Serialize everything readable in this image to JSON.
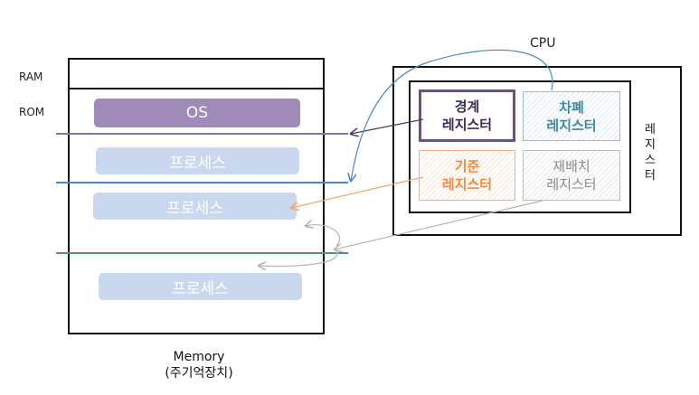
{
  "memory": {
    "ram_label": "RAM",
    "rom_label": "ROM",
    "os_label": "OS",
    "process_label": "프로세스",
    "caption_line1": "Memory",
    "caption_line2": "(주기억장치)"
  },
  "cpu": {
    "title": "CPU",
    "registers_vertical_label": [
      "레",
      "지",
      "스",
      "터"
    ],
    "boundary_register": {
      "line1": "경계",
      "line2": "레지스터"
    },
    "limit_register": {
      "line1": "차폐",
      "line2": "레지스터"
    },
    "base_register": {
      "line1": "기준",
      "line2": "레지스터"
    },
    "relocation_register": {
      "line1": "재배치",
      "line2": "레지스터"
    }
  },
  "colors": {
    "purple": "#6b4f86",
    "blue": "#4a86c8",
    "orange": "#f3a56f",
    "gray": "#b5b5b5"
  }
}
